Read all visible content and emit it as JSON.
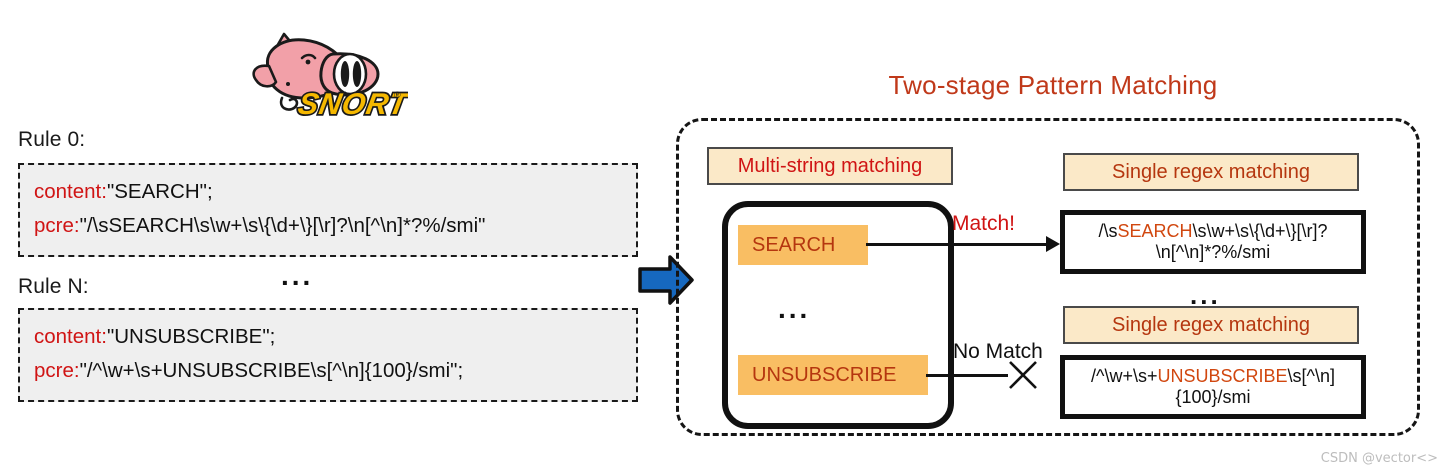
{
  "logo": {
    "name": "SNORT",
    "wordmark": "SNORT",
    "registered_mark": "®",
    "colors": {
      "pig": "#f2a0a8",
      "wordmark": "#f5b800",
      "outline": "#1a1a1a"
    }
  },
  "left_panel": {
    "rules": [
      {
        "label": "Rule 0:",
        "content_key": "content:",
        "content_value": "\"SEARCH\";",
        "pcre_key": "pcre:",
        "pcre_value": "\"/\\sSEARCH\\s\\w+\\s\\{\\d+\\}[\\r]?\\n[^\\n]*?%/smi\""
      },
      {
        "label": "Rule N:",
        "content_key": "content:",
        "content_value": "\"UNSUBSCRIBE\";",
        "pcre_key": "pcre:",
        "pcre_value": "\"/^\\w+\\s+UNSUBSCRIBE\\s[^\\n]{100}/smi\";"
      }
    ],
    "ellipsis": "..."
  },
  "flow_arrow": {
    "icon": "right-block-arrow",
    "color": "#1668bf"
  },
  "right_panel": {
    "title": "Two-stage Pattern Matching",
    "title_color": "#c0391a",
    "stage1_caption": "Multi-string matching",
    "stage1_caption_color": "#d01414",
    "string_set": {
      "items": [
        "SEARCH",
        "UNSUBSCRIBE"
      ],
      "ellipsis": "...",
      "chip_bg": "#f9be63",
      "chip_text_color": "#b5360f"
    },
    "connectors": {
      "match_label": "Match!",
      "match_label_color": "#d01414",
      "no_match_label": "No Match",
      "no_match_icon": "cross-icon"
    },
    "stage2": {
      "caption": "Single regex matching",
      "caption_color": "#b5360f",
      "ellipsis": "...",
      "regex_1": {
        "prefix": "/\\s",
        "highlight": "SEARCH",
        "suffix": "\\s\\w+\\s\\{\\d+\\}[\\r]?\\n[^\\n]*?%/smi"
      },
      "regex_2": {
        "prefix": "/^\\w+\\s+",
        "highlight": "UNSUBSCRIBE",
        "suffix": "\\s[^\\n]{100}/smi"
      }
    }
  },
  "watermark": "CSDN @vector<>"
}
